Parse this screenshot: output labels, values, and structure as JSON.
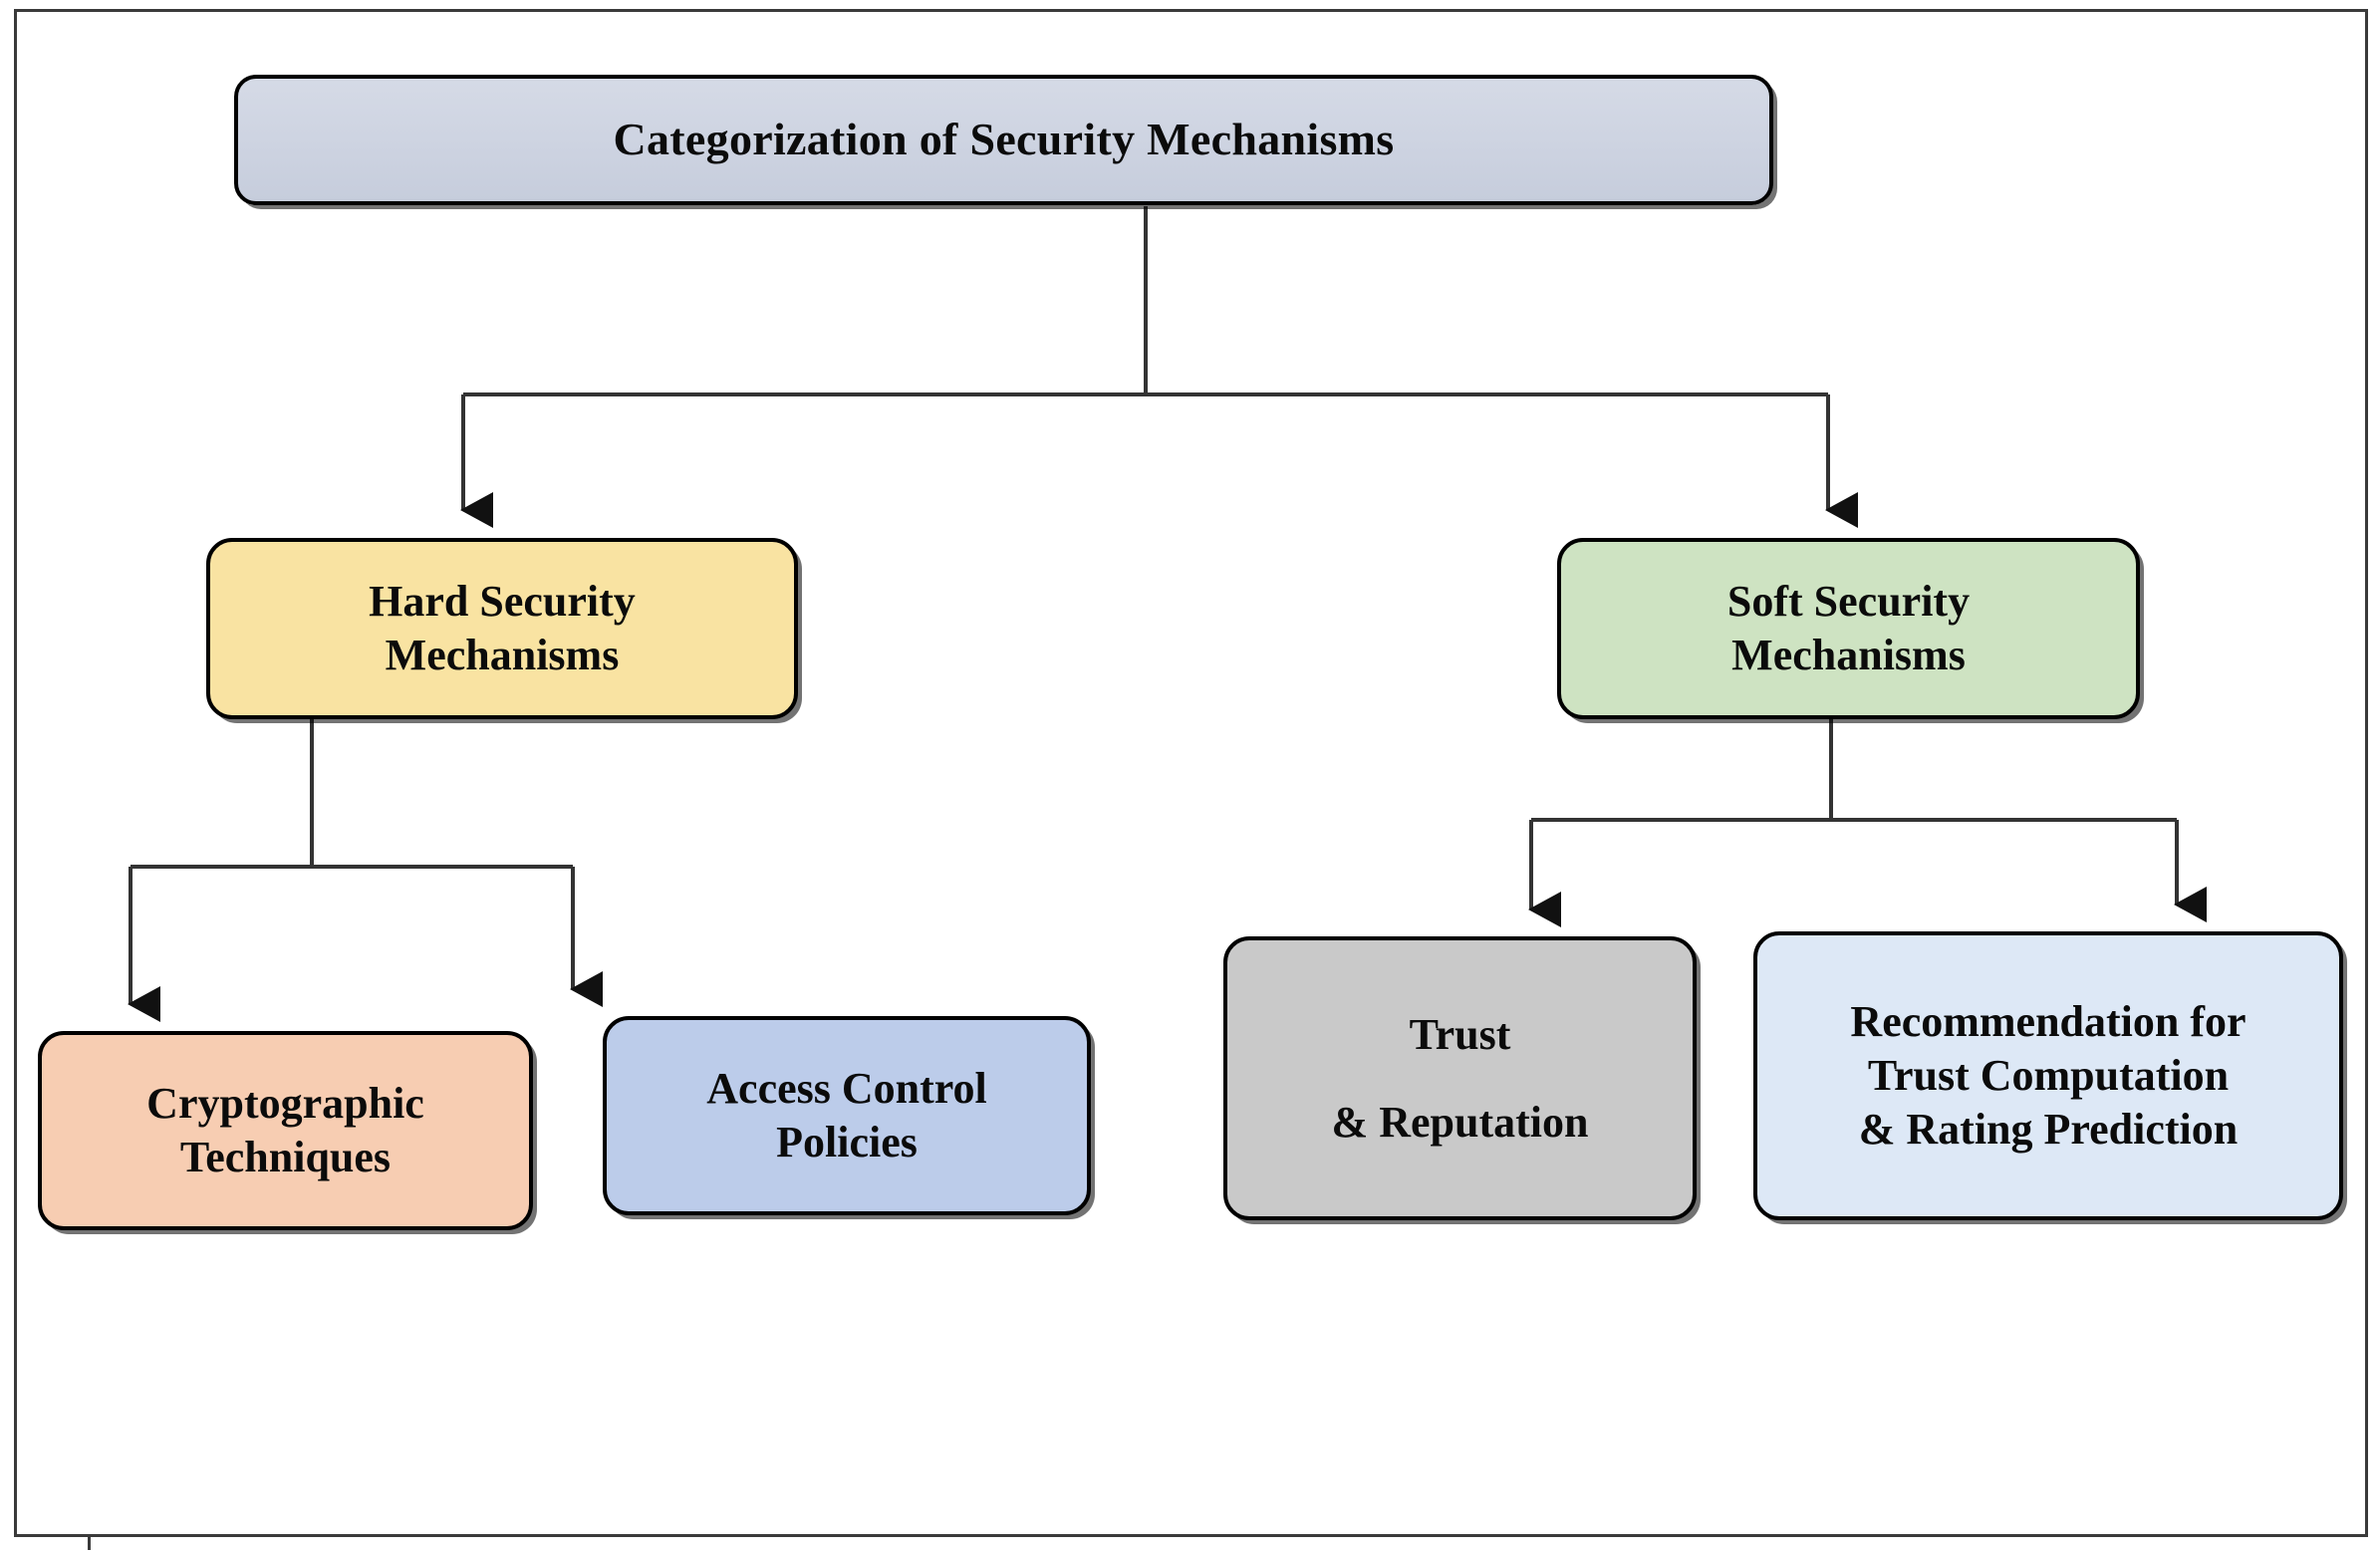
{
  "diagram": {
    "title": "Categorization of Security Mechanisms",
    "nodes": {
      "root": {
        "label": "Categorization of Security Mechanisms",
        "color": "#cdd3e1"
      },
      "hard": {
        "label": "Hard Security\nMechanisms",
        "color": "#f9e3a2"
      },
      "soft": {
        "label": "Soft Security\nMechanisms",
        "color": "#cee3c2"
      },
      "crypto": {
        "label": "Cryptographic\nTechniques",
        "color": "#f7cdb2"
      },
      "access_control": {
        "label": "Access Control\nPolicies",
        "color": "#bcccea"
      },
      "trust": {
        "label": "Trust\n& Reputation",
        "color": "#c9c9c9"
      },
      "recommendation": {
        "label": "Recommendation for\nTrust Computation\n& Rating Prediction",
        "color": "#dde8f6"
      }
    },
    "edges": [
      {
        "from": "root",
        "to": "hard"
      },
      {
        "from": "root",
        "to": "soft"
      },
      {
        "from": "hard",
        "to": "crypto"
      },
      {
        "from": "hard",
        "to": "access_control"
      },
      {
        "from": "soft",
        "to": "trust"
      },
      {
        "from": "soft",
        "to": "recommendation"
      }
    ],
    "colors": {
      "border": "#000000",
      "connector": "#333333",
      "frame": "#3a3a3a",
      "background": "#ffffff"
    }
  }
}
